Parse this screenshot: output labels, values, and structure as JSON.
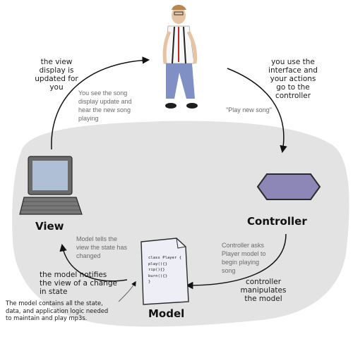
{
  "labels": {
    "view_label": "View",
    "controller_label": "Controller",
    "model_label": "Model"
  },
  "annotations": {
    "view_updated": [
      "the view",
      "display is",
      "updated for",
      "you"
    ],
    "use_interface": [
      "you use the",
      "interface and",
      "your actions",
      "go to the",
      "controller"
    ],
    "see_song": [
      "You see the song",
      "display update and",
      "hear the new song",
      "playing"
    ],
    "play_new_song": "\"Play new song\"",
    "model_tells": [
      "Model tells the",
      "view the state has",
      "changed"
    ],
    "controller_asks": [
      "Controller asks",
      "Player model to",
      "begin playing",
      "song"
    ],
    "model_notifies": [
      "the model  notifies",
      "the view of a change",
      "in state"
    ],
    "controller_manipulates": [
      "controller",
      "manipulates",
      "the model"
    ],
    "model_contains": [
      "The model contains all the state,",
      "data, and application logic needed",
      "to maintain and play mp3s."
    ]
  },
  "code": [
    "class Player {",
    "  play(){}",
    "  rip(){}",
    "  burn(){}",
    "}"
  ],
  "colors": {
    "blob": "#e3e3e3",
    "controller_fill": "#8d87b8",
    "model_page": "#eeeef6",
    "laptop_body": "#6a6a6a",
    "laptop_screen": "#aebfd6"
  }
}
